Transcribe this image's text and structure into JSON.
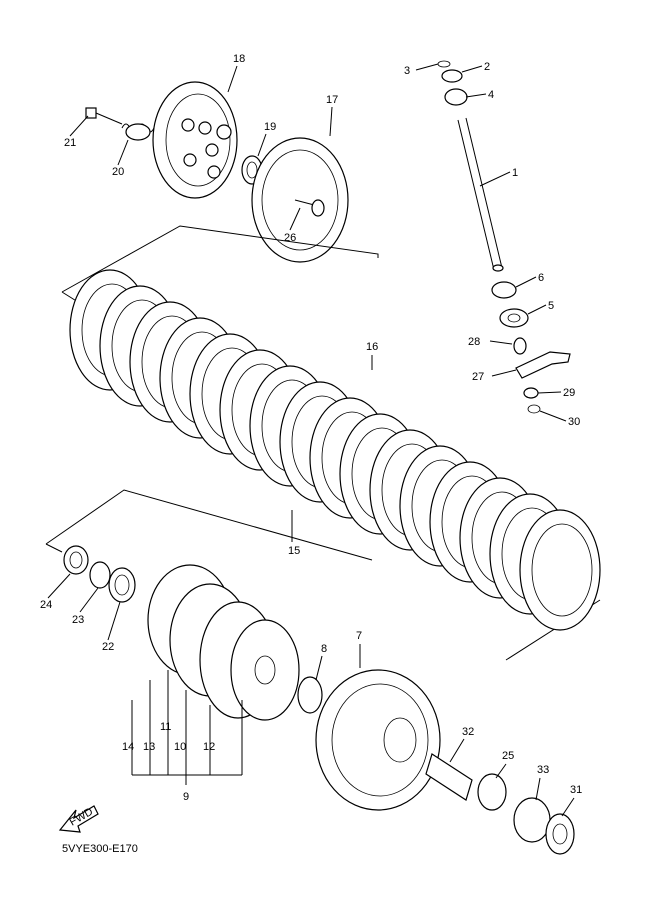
{
  "diagram": {
    "code": "5VYE300-E170",
    "fwd_label": "FWD",
    "labels": [
      "1",
      "2",
      "3",
      "4",
      "5",
      "6",
      "7",
      "8",
      "9",
      "10",
      "11",
      "12",
      "13",
      "14",
      "15",
      "16",
      "17",
      "18",
      "19",
      "20",
      "21",
      "22",
      "23",
      "24",
      "25",
      "26",
      "27",
      "28",
      "29",
      "30",
      "31",
      "32",
      "33"
    ]
  }
}
